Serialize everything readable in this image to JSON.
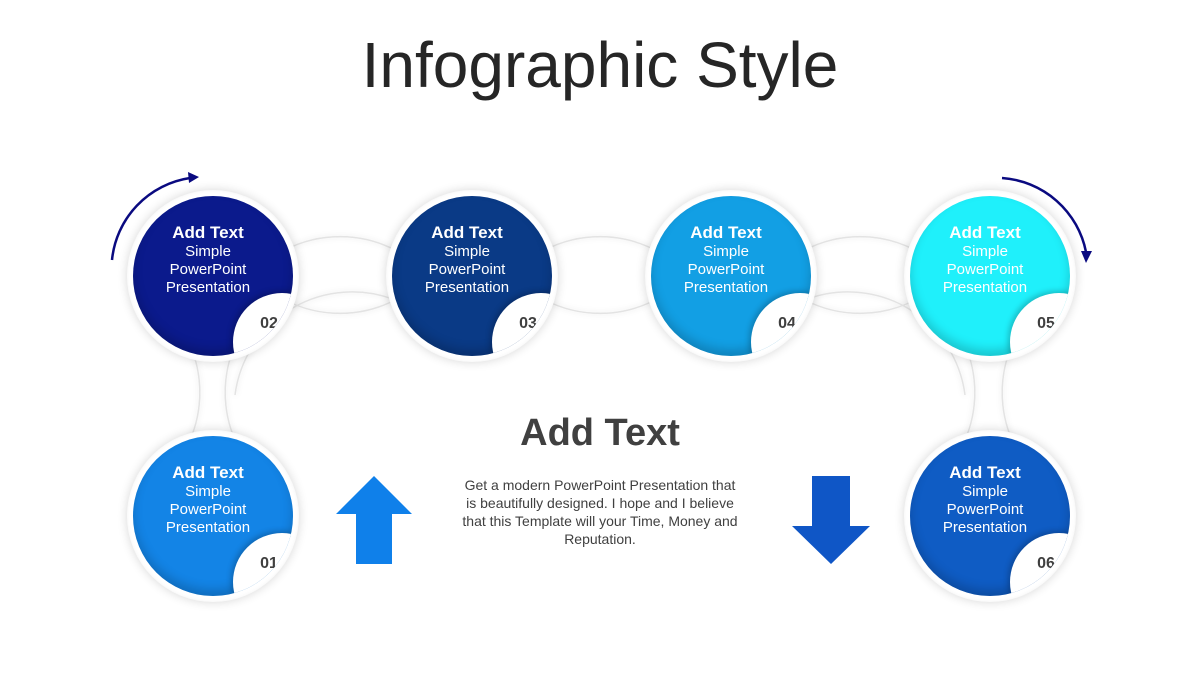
{
  "title": "Infographic Style",
  "colors": {
    "step01": "#1384e6",
    "step02": "#0b1a8c",
    "step03": "#0a3a86",
    "step04": "#129fe4",
    "step05": "#1ff0fb",
    "step06": "#0f5cc4",
    "arrow_up": "#0f80ea",
    "arrow_down": "#0f56c6",
    "curved_arrow": "#0a0a80"
  },
  "steps": [
    {
      "num": "01",
      "heading": "Add Text",
      "lines": [
        "Simple",
        "PowerPoint",
        "Presentation"
      ]
    },
    {
      "num": "02",
      "heading": "Add Text",
      "lines": [
        "Simple",
        "PowerPoint",
        "Presentation"
      ]
    },
    {
      "num": "03",
      "heading": "Add Text",
      "lines": [
        "Simple",
        "PowerPoint",
        "Presentation"
      ]
    },
    {
      "num": "04",
      "heading": "Add Text",
      "lines": [
        "Simple",
        "PowerPoint",
        "Presentation"
      ]
    },
    {
      "num": "05",
      "heading": "Add Text",
      "lines": [
        "Simple",
        "PowerPoint",
        "Presentation"
      ]
    },
    {
      "num": "06",
      "heading": "Add Text",
      "lines": [
        "Simple",
        "PowerPoint",
        "Presentation"
      ]
    }
  ],
  "center": {
    "title": "Add Text",
    "body": "Get a modern PowerPoint  Presentation that is beautifully designed. I hope and I believe that this Template will your Time, Money and Reputation."
  },
  "icons": [
    "up-arrow-icon",
    "down-arrow-icon",
    "curved-arrow-icon"
  ]
}
